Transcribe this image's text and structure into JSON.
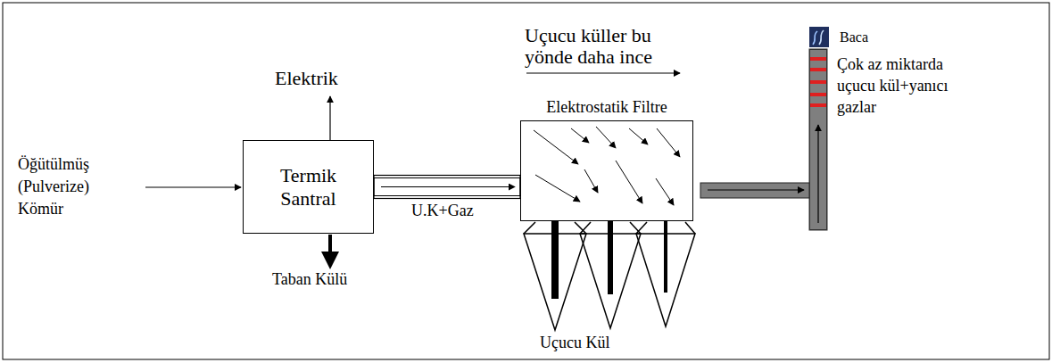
{
  "diagram": {
    "nodes": [
      {
        "text": [
          "Termik Santral"
        ]
      },
      {
        "text": [
          "Elektrostatik Filtre"
        ]
      },
      {
        "text": [
          "Baca"
        ]
      }
    ],
    "edges": [
      {
        "from": 0,
        "to": 1,
        "arrow": "to",
        "label": "U.K+Gaz"
      },
      {
        "from": 1,
        "to": 2,
        "arrow": "to"
      }
    ],
    "labels": [
      "Öğütülmüş (Pulverize) Kömür",
      "Elektrik",
      "Taban Külü",
      "Uçucu küller bu yönde daha ince",
      "Çok az miktarda uçucu kül+yanıcı gazlar",
      "Uçucu Kül"
    ]
  }
}
